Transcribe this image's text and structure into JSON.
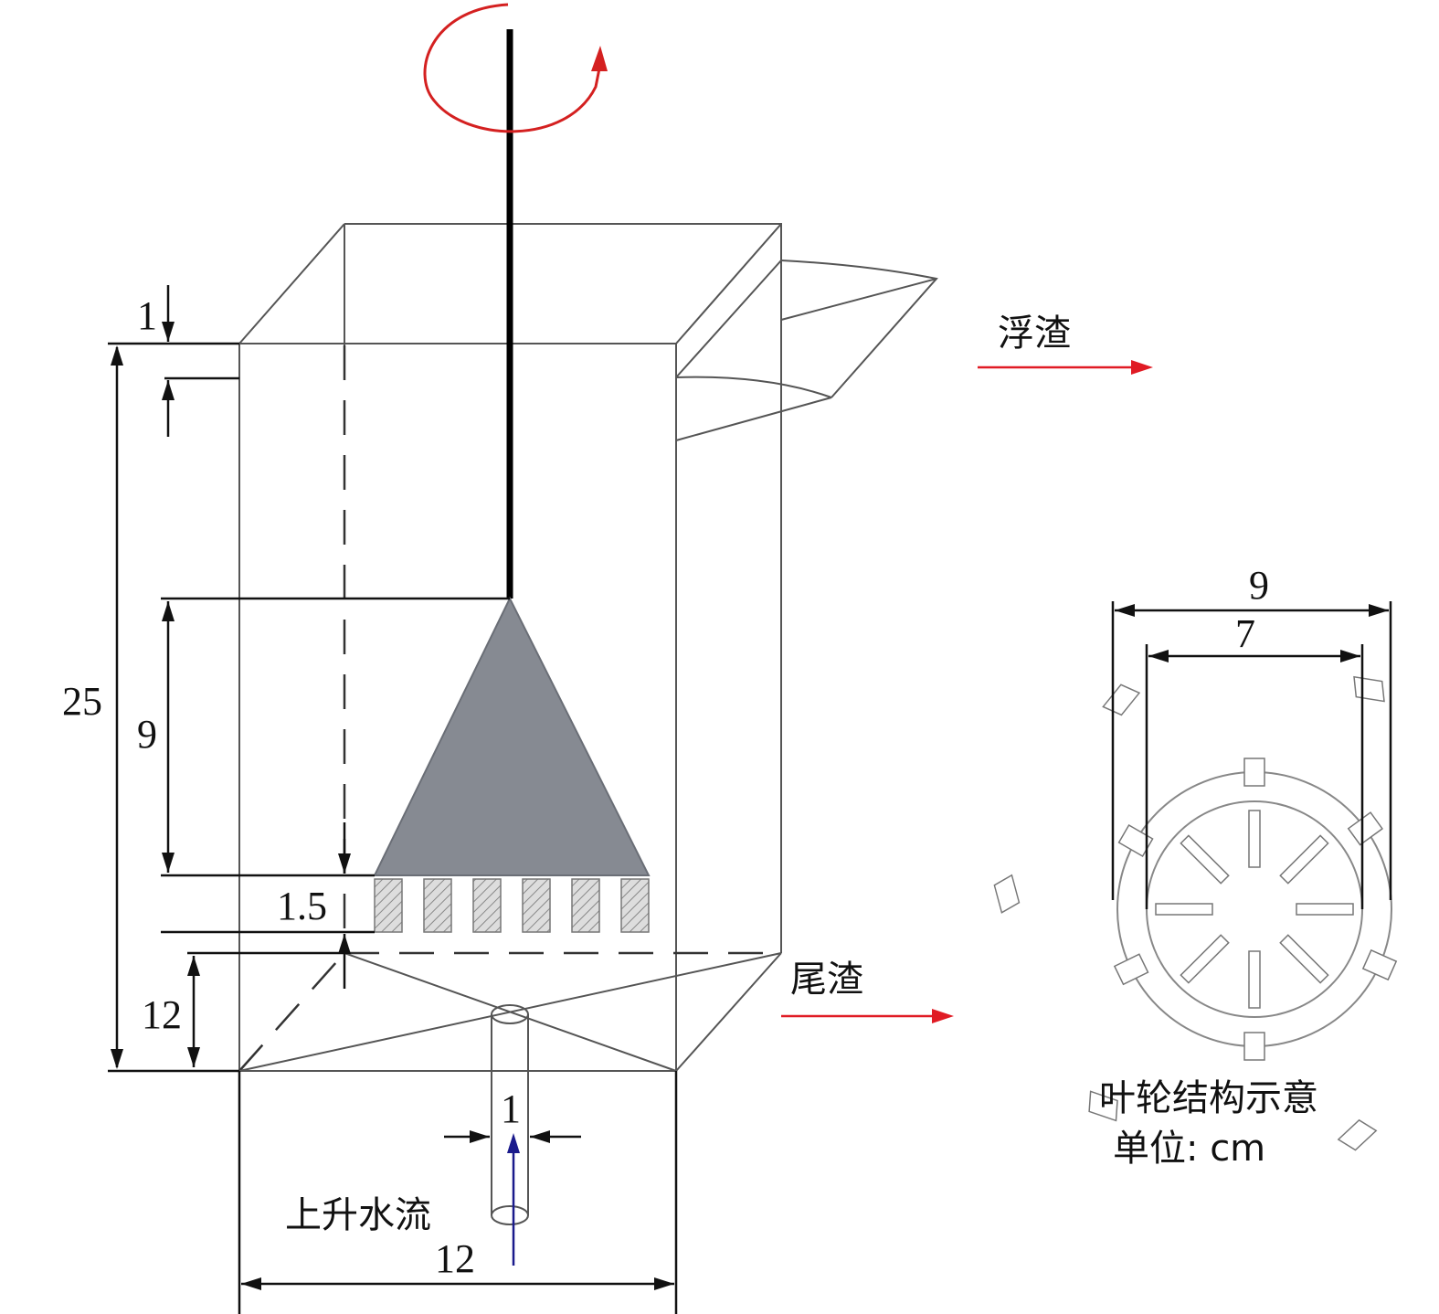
{
  "labels": {
    "float_slag": "浮渣",
    "tailings": "尾渣",
    "upward_water_flow": "上升水流",
    "impeller_structure": "叶轮结构示意",
    "unit": "单位: cm"
  },
  "dimensions": {
    "top_gap": "1",
    "total_height": "25",
    "cone_height": "9",
    "blade_height": "1.5",
    "bottom_height": "12",
    "pipe_diameter": "1",
    "tank_width": "12",
    "impeller_outer": "9",
    "impeller_inner": "7"
  },
  "colors": {
    "rotation_arrow": "#d42020",
    "output_arrow": "#e01b24",
    "water_arrow": "#1a1a8c",
    "impeller_cone": "#868a92"
  }
}
